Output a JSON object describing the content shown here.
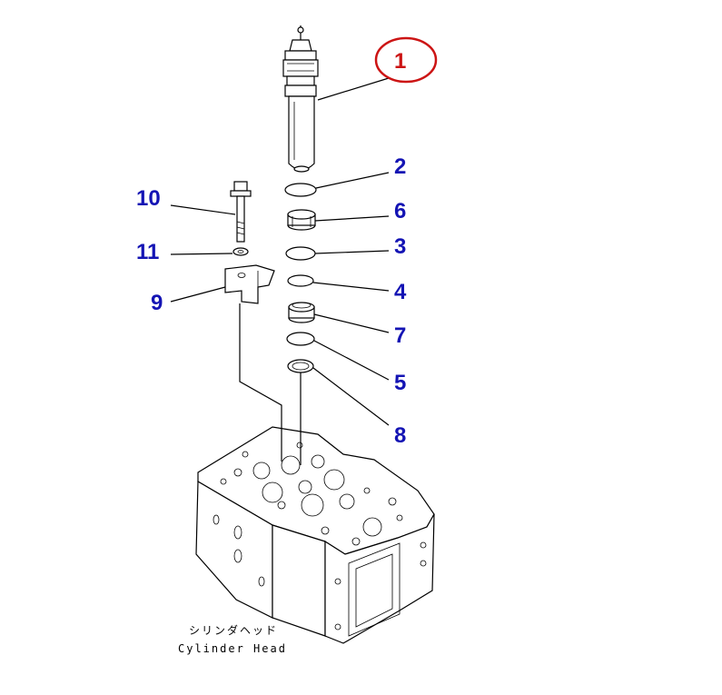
{
  "callouts": {
    "c1": "1",
    "c2": "2",
    "c3": "3",
    "c4": "4",
    "c5": "5",
    "c6": "6",
    "c7": "7",
    "c8": "8",
    "c9": "9",
    "c10": "10",
    "c11": "11"
  },
  "caption": {
    "japanese": "シリンダヘッド",
    "english": "Cylinder Head"
  },
  "colors": {
    "callout_blue": "#1414b4",
    "highlight_red": "#cc1414"
  }
}
